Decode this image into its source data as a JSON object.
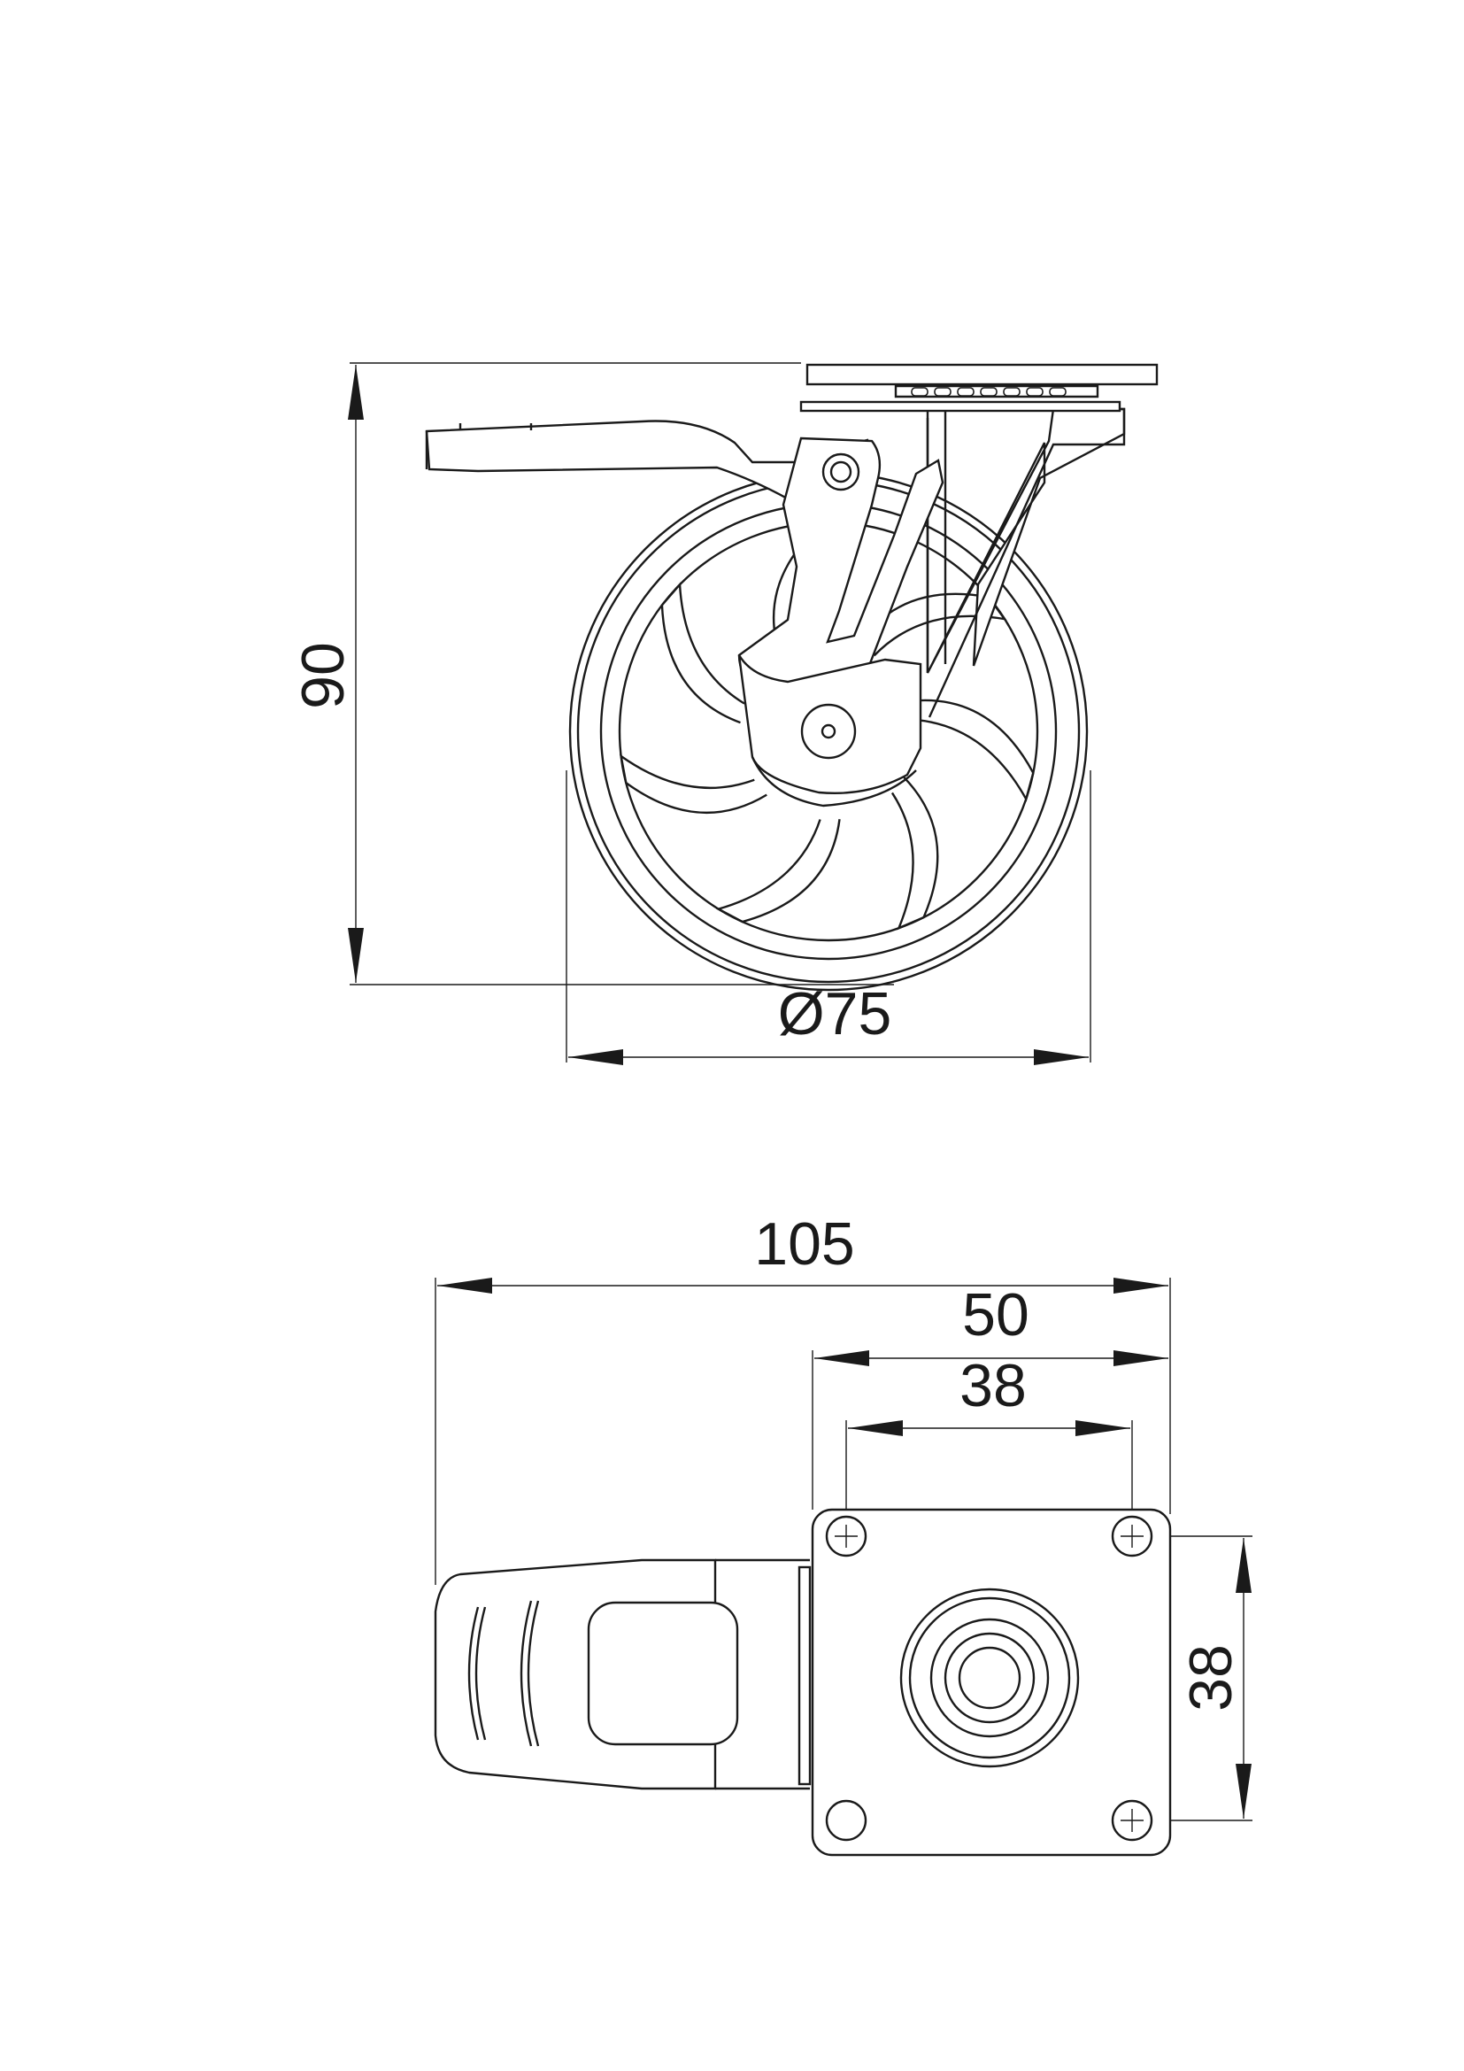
{
  "side_view": {
    "height_label": "90",
    "wheel_diameter_label": "Ø75"
  },
  "top_view": {
    "overall_length_label": "105",
    "plate_width_label": "50",
    "bolt_spacing_x_label": "38",
    "bolt_spacing_y_label": "38"
  },
  "colors": {
    "line": "#1a1a1a",
    "background": "#ffffff"
  }
}
